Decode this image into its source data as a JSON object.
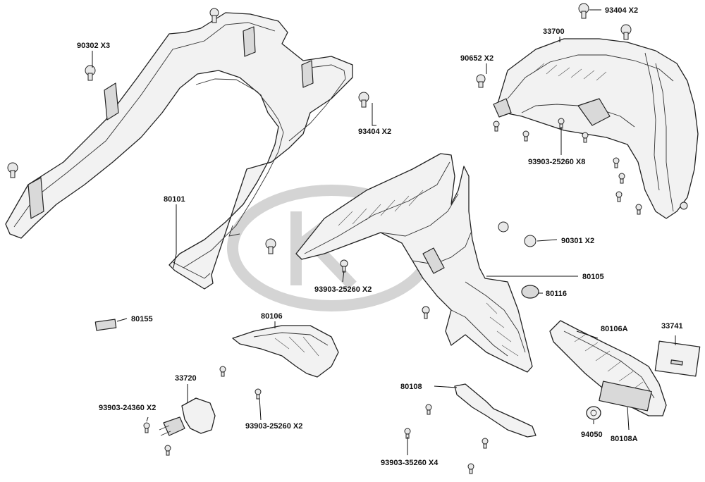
{
  "labels": {
    "l90302": "90302  X3",
    "l93404a": "93404  X2",
    "l93404b": "93404  X2",
    "l33700": "33700",
    "l90652": "90652  X2",
    "l80101": "80101",
    "l93903_8": "93903-25260 X8",
    "l90301": "90301  X2",
    "l80105": "80105",
    "l80116": "80116",
    "l93903_2a": "93903-25260 X2",
    "l80155": "80155",
    "l80106": "80106",
    "l80106a": "80106A",
    "l33741": "33741",
    "l33720": "33720",
    "l93903_24360": "93903-24360 X2",
    "l93903_2b": "93903-25260 X2",
    "l80108": "80108",
    "l94050": "94050",
    "l80108a": "80108A",
    "l93903_35260": "93903-35260 X4"
  },
  "icons": {
    "watermark": "kymco-logo-watermark"
  }
}
